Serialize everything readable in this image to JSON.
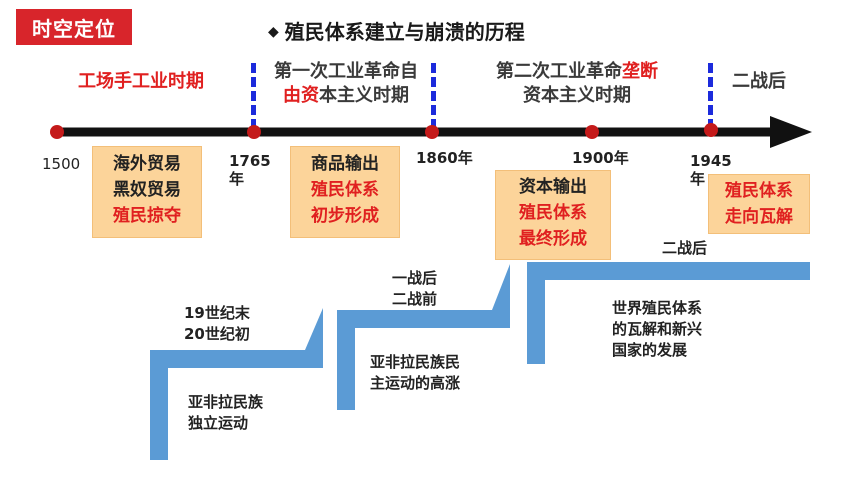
{
  "badge": "时空定位",
  "heading": {
    "bullet": "◆",
    "text": "殖民体系建立与崩溃的历程"
  },
  "periods": {
    "p1": "工场手工业时期",
    "p2_line1": "第一次工业革命自",
    "p2_line2_red": "由资",
    "p2_line2_rest": "本主义时期",
    "p3_line1_a": "第二次工业革命",
    "p3_line1_red": "垄断",
    "p3_line2": "资本主义时期",
    "p4": "二战后"
  },
  "years": {
    "y1500": "1500",
    "y1765_a": "1765",
    "y1765_b": "年",
    "y1860": "1860年",
    "y1900": "1900年",
    "y1945_a": "1945",
    "y1945_b": "年"
  },
  "boxes": {
    "b1": {
      "l1": "海外贸易",
      "l2": "黑奴贸易",
      "l3": "殖民掠夺"
    },
    "b2": {
      "l1": "商品输出",
      "l2": "殖民体系",
      "l3": "初步形成"
    },
    "b3": {
      "l1": "资本输出",
      "l2": "殖民体系",
      "l3": "最终形成"
    },
    "b4": {
      "l1": "殖民体系",
      "l2": "走向瓦解"
    }
  },
  "stairs": {
    "s1_period_l1": "19世纪末",
    "s1_period_l2": "20世纪初",
    "s1_desc_l1": "亚非拉民族",
    "s1_desc_l2": "独立运动",
    "s2_period_l1": "一战后",
    "s2_period_l2": "二战前",
    "s2_desc_l1": "亚非拉民族民",
    "s2_desc_l2": "主运动的高涨",
    "s3_period": "二战后",
    "s3_desc_l1": "世界殖民体系",
    "s3_desc_l2": "的瓦解和新兴",
    "s3_desc_l3": "国家的发展"
  },
  "colors": {
    "badge_bg": "#d8252b",
    "accent_red": "#e02020",
    "box_bg": "#fcd49a",
    "step_blue": "#5b9bd5",
    "dash_blue": "#1c2bdc",
    "timeline": "#111111",
    "dot": "#c41a1a"
  }
}
